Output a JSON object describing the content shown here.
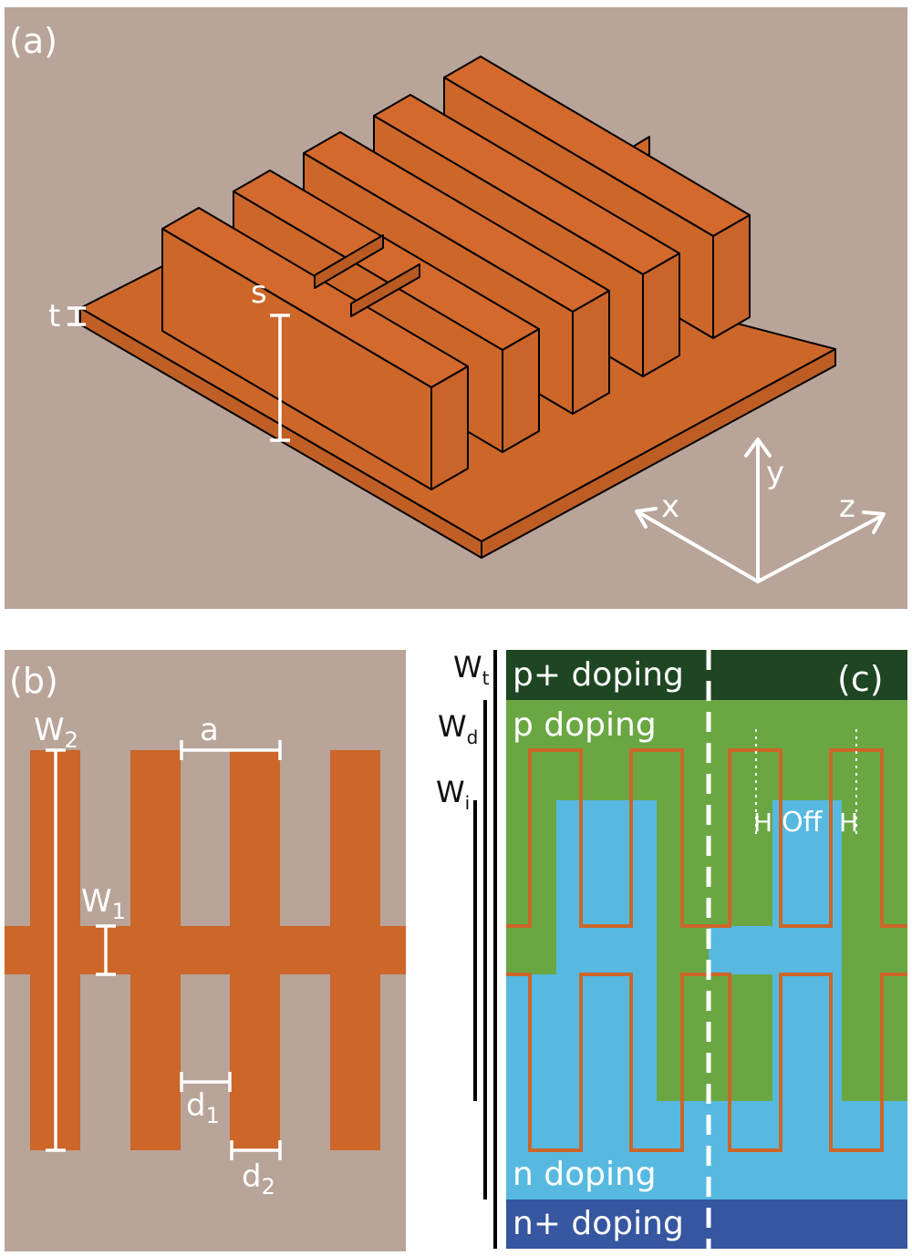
{
  "panel_a": {
    "label": "(a)",
    "dim_t": "t",
    "dim_s": "s",
    "axis_x": "x",
    "axis_y": "y",
    "axis_z": "z"
  },
  "panel_b": {
    "label": "(b)",
    "dim_a": "a",
    "dim_W2_main": "W",
    "dim_W2_sub": "2",
    "dim_W1_main": "W",
    "dim_W1_sub": "1",
    "dim_d1_main": "d",
    "dim_d1_sub": "1",
    "dim_d2_main": "d",
    "dim_d2_sub": "2"
  },
  "panel_c": {
    "label": "(c)",
    "p_plus": "p+ doping",
    "p": "p doping",
    "n": "n doping",
    "n_plus": "n+ doping",
    "offset_H1": "H",
    "offset_label": "Off",
    "offset_H2": "H",
    "wt_main": "W",
    "wt_sub": "t",
    "wd_main": "W",
    "wd_sub": "d",
    "wi_main": "W",
    "wi_sub": "i"
  },
  "colors": {
    "background_tan": "#b8a498",
    "copper": "#cc6629",
    "p_plus_green": "#1f4623",
    "p_green": "#6aa743",
    "n_blue": "#57b9e0",
    "n_plus_blue": "#3656a0",
    "white": "#ffffff"
  }
}
